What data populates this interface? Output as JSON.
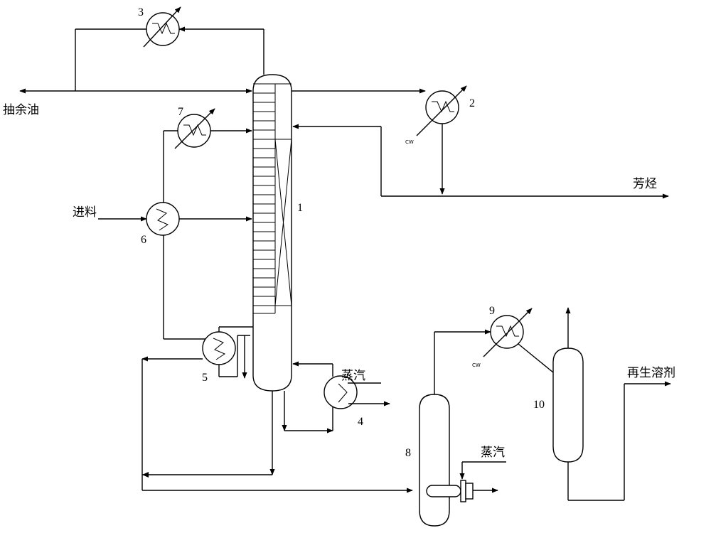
{
  "labels": {
    "raffinate": "抽余油",
    "feed": "进料",
    "aromatics": "芳烃",
    "steam_reboiler": "蒸汽",
    "steam_stripper": "蒸汽",
    "regenerated_solvent": "再生溶剂",
    "cw_cooler_2": "CW",
    "cw_cooler_9": "CW"
  },
  "equipment": [
    {
      "id": "1",
      "kind": "column"
    },
    {
      "id": "2",
      "kind": "condenser"
    },
    {
      "id": "3",
      "kind": "cooler"
    },
    {
      "id": "4",
      "kind": "reboiler"
    },
    {
      "id": "5",
      "kind": "heat-exchanger"
    },
    {
      "id": "6",
      "kind": "heat-exchanger"
    },
    {
      "id": "7",
      "kind": "cooler"
    },
    {
      "id": "8",
      "kind": "vessel"
    },
    {
      "id": "9",
      "kind": "cooler"
    },
    {
      "id": "10",
      "kind": "vessel"
    }
  ]
}
